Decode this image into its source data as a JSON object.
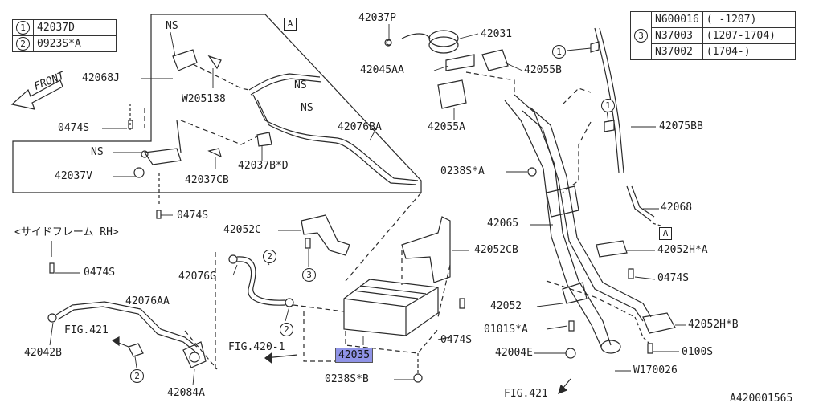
{
  "legend_left": [
    {
      "num": "1",
      "part": "42037D"
    },
    {
      "num": "2",
      "part": "0923S*A"
    }
  ],
  "legend_right": {
    "num": "3",
    "rows": [
      {
        "part": "N600016",
        "range": "( -1207)"
      },
      {
        "part": "N37003",
        "range": "(1207-1704)"
      },
      {
        "part": "N37002",
        "range": "(1704-)"
      }
    ]
  },
  "labels": {
    "front": "FRONT",
    "ns1": "NS",
    "ns2": "NS",
    "ns3": "NS",
    "ns4": "NS",
    "p42068J": "42068J",
    "p0474S_a": "0474S",
    "pW205138": "W205138",
    "p42076BA": "42076BA",
    "p42037V": "42037V",
    "p42037CB": "42037CB",
    "p42037BD": "42037B*D",
    "p0474S_b": "0474S",
    "sideframe": "<サイドフレーム RH>",
    "p0474S_c": "0474S",
    "p42052C": "42052C",
    "p42076G": "42076G",
    "p42076AA": "42076AA",
    "fig421a": "FIG.421",
    "p42042B": "42042B",
    "p42084A": "42084A",
    "fig420": "FIG.420-1",
    "p42035": "42035",
    "p0238SB": "0238S*B",
    "p0474S_d": "0474S",
    "p42052CB": "42052CB",
    "p42037P": "42037P",
    "p42031": "42031",
    "p42045AA": "42045AA",
    "p42055B": "42055B",
    "p42055A": "42055A",
    "p0238SA": "0238S*A",
    "p42065": "42065",
    "p42052": "42052",
    "p0101SA": "0101S*A",
    "p42004E": "42004E",
    "fig421b": "FIG.421",
    "pW170026": "W170026",
    "p42075BB": "42075BB",
    "p42068": "42068",
    "p42052HA": "42052H*A",
    "p0474S_e": "0474S",
    "p42052HB": "42052H*B",
    "p0100S": "0100S",
    "boxA1": "A",
    "boxA2": "A",
    "ref": "A420001565",
    "c1a": "1",
    "c1b": "1",
    "c2a": "2",
    "c2b": "2",
    "c2c": "2",
    "c3a": "3"
  },
  "colors": {
    "line": "#2a2a2a",
    "highlight": "#8f93e6",
    "background": "#ffffff"
  }
}
